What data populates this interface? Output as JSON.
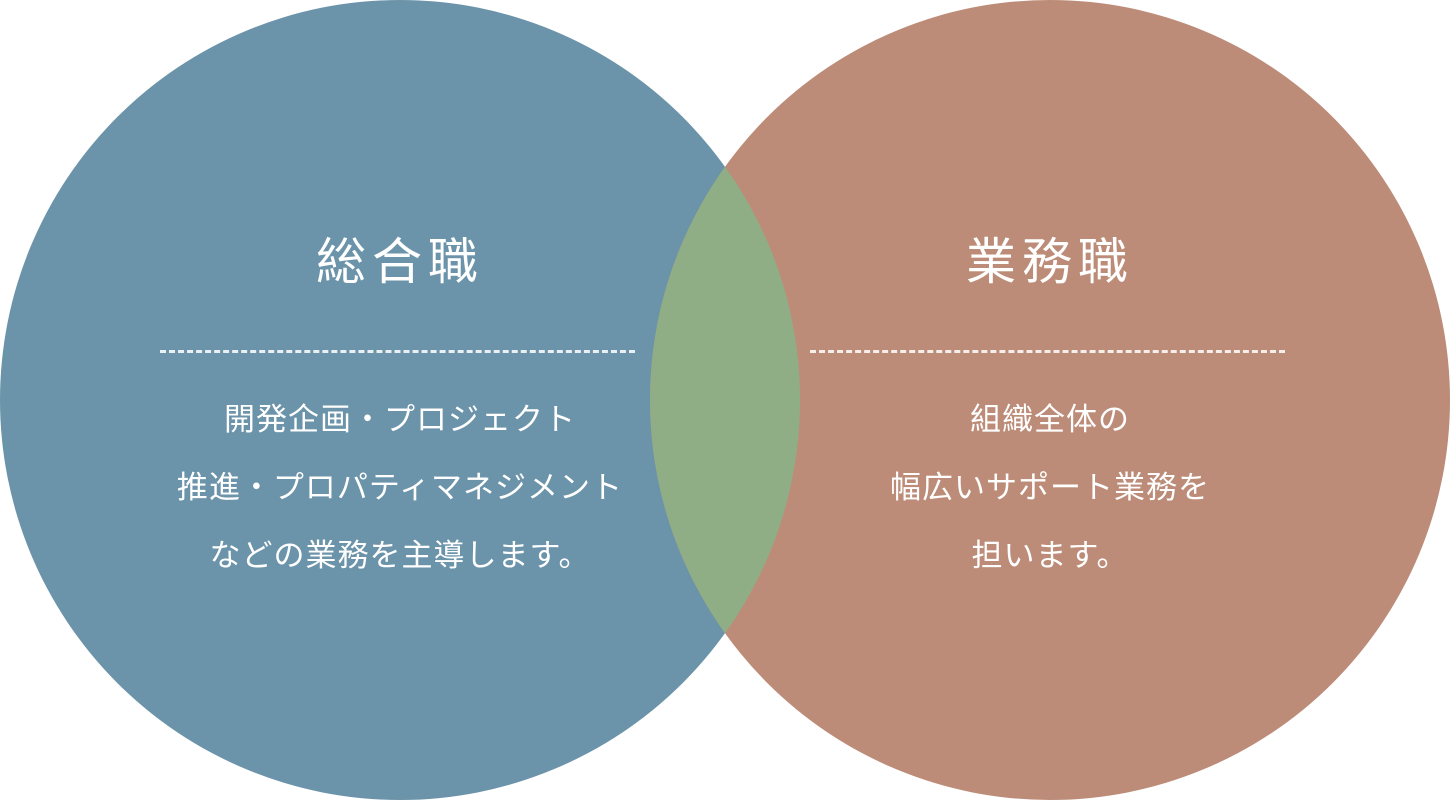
{
  "colors": {
    "left": "#6b93a9",
    "right": "#bc8c78",
    "overlap": "#8fae86"
  },
  "left": {
    "title": "総合職",
    "lines": [
      "開発企画・プロジェクト",
      "推進・プロパティマネジメント",
      "などの業務を主導します。"
    ]
  },
  "right": {
    "title": "業務職",
    "lines": [
      "組織全体の",
      "幅広いサポート業務を",
      "担います。"
    ]
  }
}
